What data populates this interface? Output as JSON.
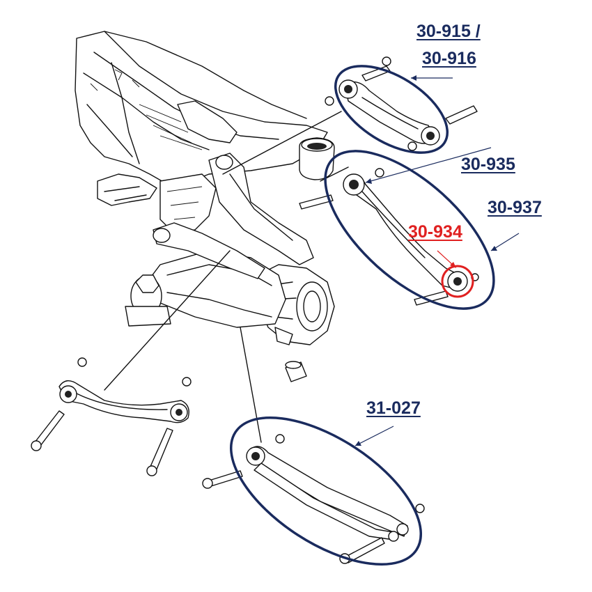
{
  "labels": {
    "l_30_915_a": "30-915 /",
    "l_30_916": "30-916",
    "l_30_935": "30-935",
    "l_30_937": "30-937",
    "l_30_934": "30-934",
    "l_31_027": "31-027"
  },
  "colors": {
    "navy": "#1a2b5e",
    "highlight": "#e02020",
    "line": "#111111"
  }
}
